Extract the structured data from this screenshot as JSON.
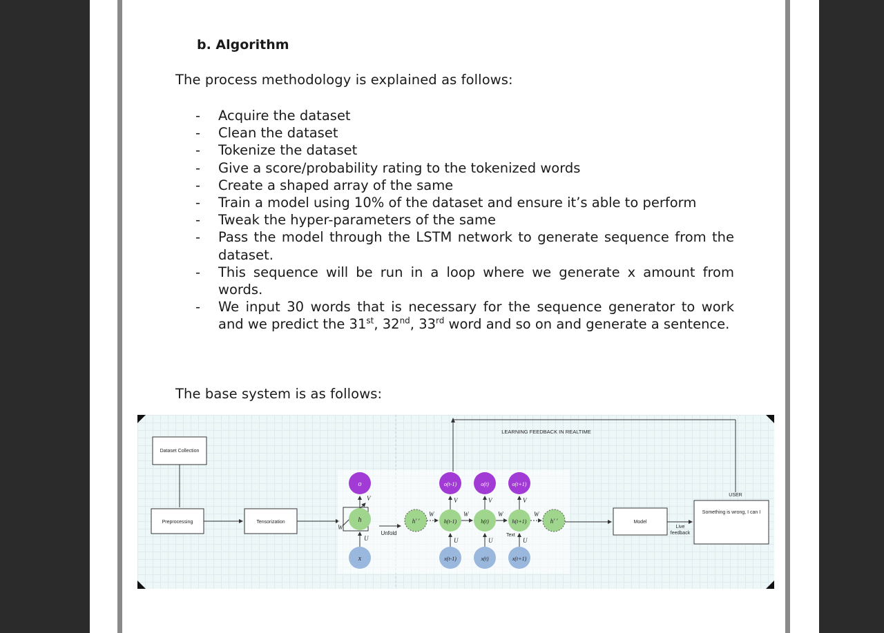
{
  "heading": "b. Algorithm",
  "intro": "The process methodology is explained as follows:",
  "steps": [
    {
      "text": "Acquire the dataset"
    },
    {
      "text": "Clean the dataset"
    },
    {
      "text": "Tokenize the dataset"
    },
    {
      "text": "Give a score/probability rating to the tokenized words"
    },
    {
      "text": "Create a shaped array of the same"
    },
    {
      "text": "Train a model using 10% of the dataset and ensure it’s able to perform"
    },
    {
      "text": "Tweak the hyper-parameters of the same"
    },
    {
      "text": "Pass the model through the LSTM network to generate sequence from the dataset."
    },
    {
      "text": "This sequence will be run in a loop where we generate x amount from words."
    },
    {
      "text_a": "We input 30 words that is necessary for the sequence generator to work and we predict the 31",
      "sup1": "st",
      "text_b": ", 32",
      "sup2": "nd",
      "text_c": ", 33",
      "sup3": "rd",
      "text_d": " word and so on and generate a sentence."
    }
  ],
  "bullet": "-",
  "base_system": "The base system is as follows:",
  "diagram": {
    "dataset_collection": "Dataset Collection",
    "preprocessing": "Preprocessing",
    "tensorization": "Tensorization",
    "unfold": "Unfold",
    "learning_feedback": "LEARNING FEEDBACK IN REALTIME",
    "model": "Model",
    "live_feedback_1": "Live",
    "live_feedback_2": "feedback",
    "user": "USER",
    "user_message": "Something is wrong, I can I",
    "text_label": "Text",
    "sym_o": "o",
    "sym_h": "h",
    "sym_x": "x",
    "sym_V": "V",
    "sym_W": "W",
    "sym_U": "U",
    "sym_hdots": "h' '",
    "sym_o_prev": "o(t-1)",
    "sym_o_t": "o(t)",
    "sym_o_next": "o(t+1)",
    "sym_h_prev": "h(t-1)",
    "sym_h_t": "h(t)",
    "sym_h_next": "h(t+1)",
    "sym_x_prev": "x(t-1)",
    "sym_x_t": "x(t)",
    "sym_x_next": "x(t+1)",
    "color_output": "#a23bd6",
    "color_hidden": "#9fd58c",
    "color_input": "#9ab7de"
  }
}
